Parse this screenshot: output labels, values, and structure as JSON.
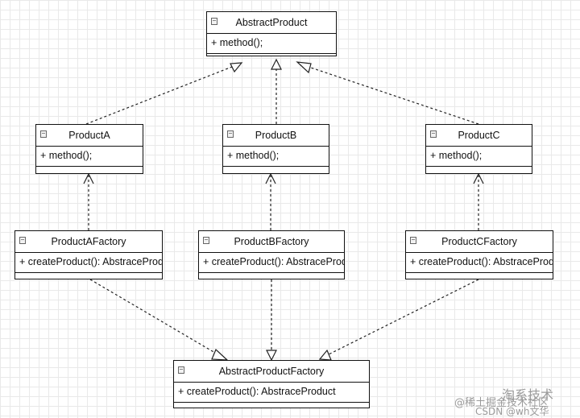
{
  "classes": {
    "abstract_product": {
      "name": "AbstractProduct",
      "method": "+ method();"
    },
    "product_a": {
      "name": "ProductA",
      "method": "+ method();"
    },
    "product_b": {
      "name": "ProductB",
      "method": "+ method();"
    },
    "product_c": {
      "name": "ProductC",
      "method": "+ method();"
    },
    "product_a_factory": {
      "name": "ProductAFactory",
      "method": "+ createProduct(): AbstraceProduct"
    },
    "product_b_factory": {
      "name": "ProductBFactory",
      "method": "+ createProduct(): AbstraceProduct"
    },
    "product_c_factory": {
      "name": "ProductCFactory",
      "method": "+ createProduct(): AbstraceProduct"
    },
    "abstract_product_factory": {
      "name": "AbstractProductFactory",
      "method": "+ createProduct(): AbstraceProduct"
    }
  },
  "relationships": [
    {
      "from": "product_a",
      "to": "abstract_product",
      "kind": "realization"
    },
    {
      "from": "product_b",
      "to": "abstract_product",
      "kind": "realization"
    },
    {
      "from": "product_c",
      "to": "abstract_product",
      "kind": "realization"
    },
    {
      "from": "product_a_factory",
      "to": "product_a",
      "kind": "dependency"
    },
    {
      "from": "product_b_factory",
      "to": "product_b",
      "kind": "dependency"
    },
    {
      "from": "product_c_factory",
      "to": "product_c",
      "kind": "dependency"
    },
    {
      "from": "product_a_factory",
      "to": "abstract_product_factory",
      "kind": "realization"
    },
    {
      "from": "product_b_factory",
      "to": "abstract_product_factory",
      "kind": "realization"
    },
    {
      "from": "product_c_factory",
      "to": "abstract_product_factory",
      "kind": "realization"
    }
  ],
  "watermark": {
    "line1": "@稀土掘金技术社区",
    "line2": "淘系技术",
    "line3": "CSDN @wh文华"
  }
}
